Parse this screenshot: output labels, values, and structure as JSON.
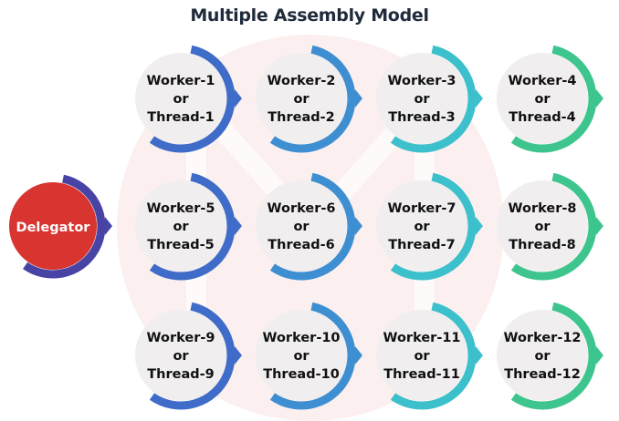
{
  "title": "Multiple Assembly Model",
  "delegator": {
    "label": "Delegator",
    "fill": "#d83530",
    "ring": "#4844a6"
  },
  "column_colors": [
    "#3e6cc8",
    "#3d8fd2",
    "#3cc0cc",
    "#3ec58e"
  ],
  "workers": [
    {
      "worker": "Worker-1",
      "or": "or",
      "thread": "Thread-1"
    },
    {
      "worker": "Worker-2",
      "or": "or",
      "thread": "Thread-2"
    },
    {
      "worker": "Worker-3",
      "or": "or",
      "thread": "Thread-3"
    },
    {
      "worker": "Worker-4",
      "or": "or",
      "thread": "Thread-4"
    },
    {
      "worker": "Worker-5",
      "or": "or",
      "thread": "Thread-5"
    },
    {
      "worker": "Worker-6",
      "or": "or",
      "thread": "Thread-6"
    },
    {
      "worker": "Worker-7",
      "or": "or",
      "thread": "Thread-7"
    },
    {
      "worker": "Worker-8",
      "or": "or",
      "thread": "Thread-8"
    },
    {
      "worker": "Worker-9",
      "or": "or",
      "thread": "Thread-9"
    },
    {
      "worker": "Worker-10",
      "or": "or",
      "thread": "Thread-10"
    },
    {
      "worker": "Worker-11",
      "or": "or",
      "thread": "Thread-11"
    },
    {
      "worker": "Worker-12",
      "or": "or",
      "thread": "Thread-12"
    }
  ]
}
